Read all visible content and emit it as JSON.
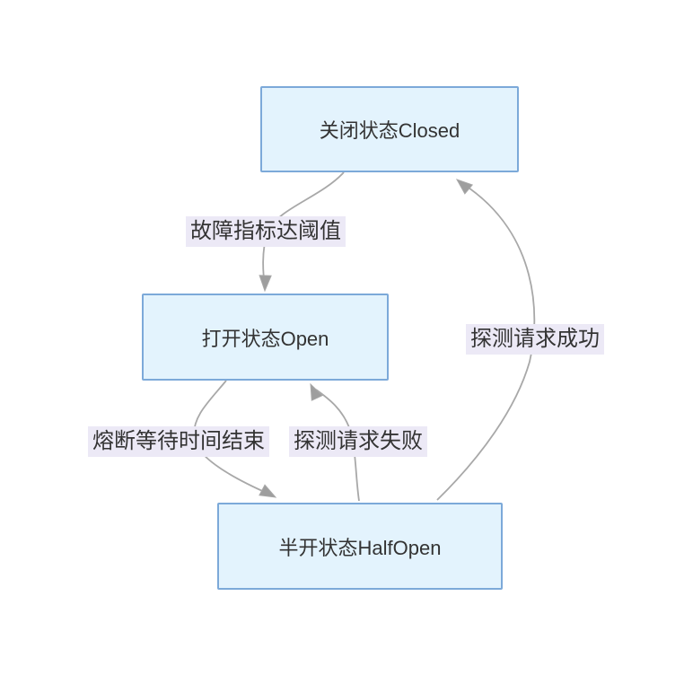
{
  "diagram": {
    "type": "state-diagram",
    "nodes": {
      "closed": {
        "label": "关闭状态Closed"
      },
      "open": {
        "label": "打开状态Open"
      },
      "halfopen": {
        "label": "半开状态HalfOpen"
      }
    },
    "edges": {
      "closed_to_open": {
        "from": "closed",
        "to": "open",
        "label": "故障指标达阈值"
      },
      "open_to_halfopen": {
        "from": "open",
        "to": "halfopen",
        "label": "熔断等待时间结束"
      },
      "halfopen_to_open": {
        "from": "halfopen",
        "to": "open",
        "label": "探测请求失败"
      },
      "halfopen_to_closed": {
        "from": "halfopen",
        "to": "closed",
        "label": "探测请求成功"
      }
    },
    "colors": {
      "node_fill": "#e3f3fd",
      "node_border": "#7ca9d9",
      "edge_label_bg": "#ece9f6",
      "edge_line": "#a8a8a8",
      "arrow_fill": "#9e9e9e",
      "text": "#333333",
      "background": "#ffffff"
    }
  }
}
